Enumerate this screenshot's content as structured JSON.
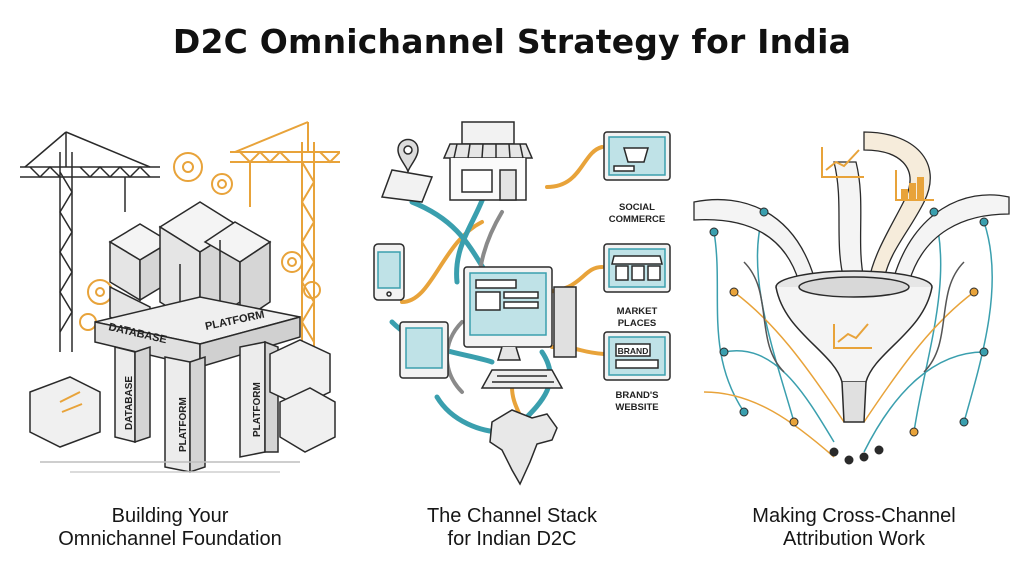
{
  "title": "D2C Omnichannel Strategy for India",
  "panels": [
    {
      "caption_line1": "Building Your",
      "caption_line2": "Omnichannel Foundation",
      "labels": [
        "DATABASE",
        "PLATFORM",
        "DATABASE",
        "PLATFORM",
        "PLATFORM"
      ]
    },
    {
      "caption_line1": "The Channel Stack",
      "caption_line2": "for Indian D2C",
      "labels": {
        "social_1": "SOCIAL",
        "social_2": "COMMERCE",
        "market_1": "MARKET",
        "market_2": "PLACES",
        "brand_screen": "BRAND",
        "website_1": "BRAND'S",
        "website_2": "WEBSITE"
      }
    },
    {
      "caption_line1": "Making Cross-Channel",
      "caption_line2": "Attribution Work"
    }
  ],
  "colors": {
    "ink": "#2a2a2a",
    "accent_orange": "#e8a33a",
    "accent_teal": "#3a9fae",
    "background": "#ffffff"
  }
}
